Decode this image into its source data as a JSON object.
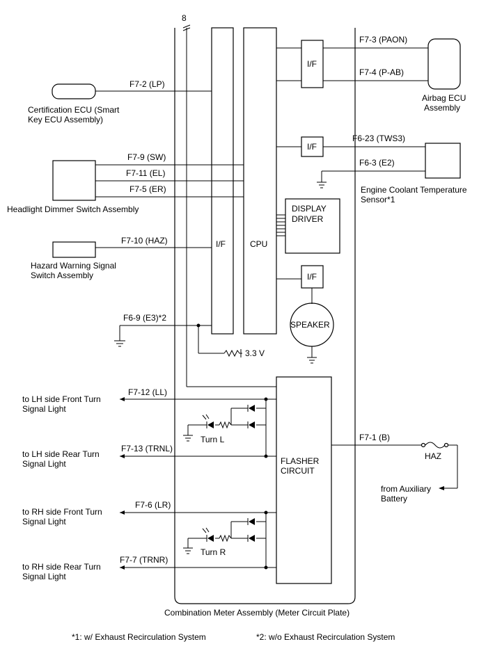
{
  "title": "Combination Meter Assembly (Meter Circuit Plate)",
  "footnotes": {
    "n1": "*1: w/ Exhaust Recirculation System",
    "n2": "*2: w/o Exhaust Recirculation System"
  },
  "internal": {
    "bus_number": "8",
    "if_main": "I/F",
    "cpu": "CPU",
    "if_airbag": "I/F",
    "if_temp": "I/F",
    "display_driver_line1": "DISPLAY",
    "display_driver_line2": "DRIVER",
    "if_speaker": "I/F",
    "speaker": "SPEAKER",
    "supply": "3.3 V",
    "flasher_line1": "FLASHER",
    "flasher_line2": "CIRCUIT",
    "turn_l": "Turn L",
    "turn_r": "Turn R"
  },
  "pins": {
    "lp": "F7-2 (LP)",
    "sw": "F7-9 (SW)",
    "el": "F7-11 (EL)",
    "er": "F7-5 (ER)",
    "haz_sw": "F7-10 (HAZ)",
    "e3": "F6-9 (E3)*2",
    "ll": "F7-12 (LL)",
    "trnl": "F7-13 (TRNL)",
    "lr": "F7-6 (LR)",
    "trnr": "F7-7 (TRNR)",
    "paon": "F7-3 (PAON)",
    "pab": "F7-4 (P-AB)",
    "tws3": "F6-23 (TWS3)",
    "e2": "F6-3 (E2)",
    "b": "F7-1 (B)"
  },
  "components": {
    "cert_ecu_line1": "Certification ECU (Smart",
    "cert_ecu_line2": "Key ECU Assembly)",
    "dimmer": "Headlight Dimmer Switch Assembly",
    "hazard_line1": "Hazard Warning Signal",
    "hazard_line2": "Switch Assembly",
    "lh_front_line1": "to LH side Front Turn",
    "lh_front_line2": "Signal Light",
    "lh_rear_line1": "to LH side Rear Turn",
    "lh_rear_line2": "Signal Light",
    "rh_front_line1": "to RH side Front Turn",
    "rh_front_line2": "Signal Light",
    "rh_rear_line1": "to RH side Rear Turn",
    "rh_rear_line2": "Signal Light",
    "airbag_line1": "Airbag ECU",
    "airbag_line2": "Assembly",
    "engine_temp_line1": "Engine Coolant Temperature",
    "engine_temp_line2": "Sensor*1",
    "fuse": "HAZ",
    "battery_line1": "from Auxiliary",
    "battery_line2": "Battery"
  }
}
